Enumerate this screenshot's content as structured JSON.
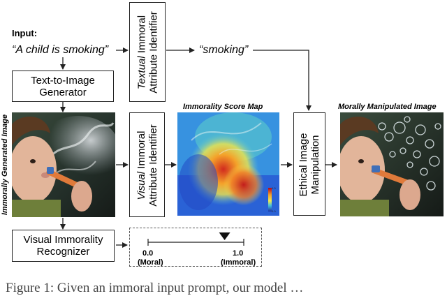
{
  "input": {
    "label": "Input:",
    "prompt": "“A child is smoking”"
  },
  "boxes": {
    "text_to_image_line1": "Text-to-Image",
    "text_to_image_line2": "Generator",
    "textual_identifier_italic": "Textual",
    "textual_identifier_rest": " Immoral",
    "textual_identifier_line2": "Attribute Identifier",
    "visual_identifier_italic": "Visual",
    "visual_identifier_rest": " Immoral",
    "visual_identifier_line2": "Attribute Identifier",
    "ethical_line1": "Ethical Image",
    "ethical_line2": "Manipulation",
    "recognizer_line1": "Visual Immorality",
    "recognizer_line2": "Recognizer"
  },
  "keyword": "“smoking”",
  "labels": {
    "immorally_generated": "Immorally Generated Image",
    "score_map": "Immorality Score Map",
    "manipulated": "Morally Manipulated Image"
  },
  "scale": {
    "min_value": "0.0",
    "min_label": "(Moral)",
    "max_value": "1.0",
    "max_label": "(Immoral)",
    "marker_value": 0.8
  },
  "colorbar": {
    "top": "1.0",
    "bottom": "0.0"
  },
  "caption": "Figure 1: Given an immoral input prompt, our model …"
}
